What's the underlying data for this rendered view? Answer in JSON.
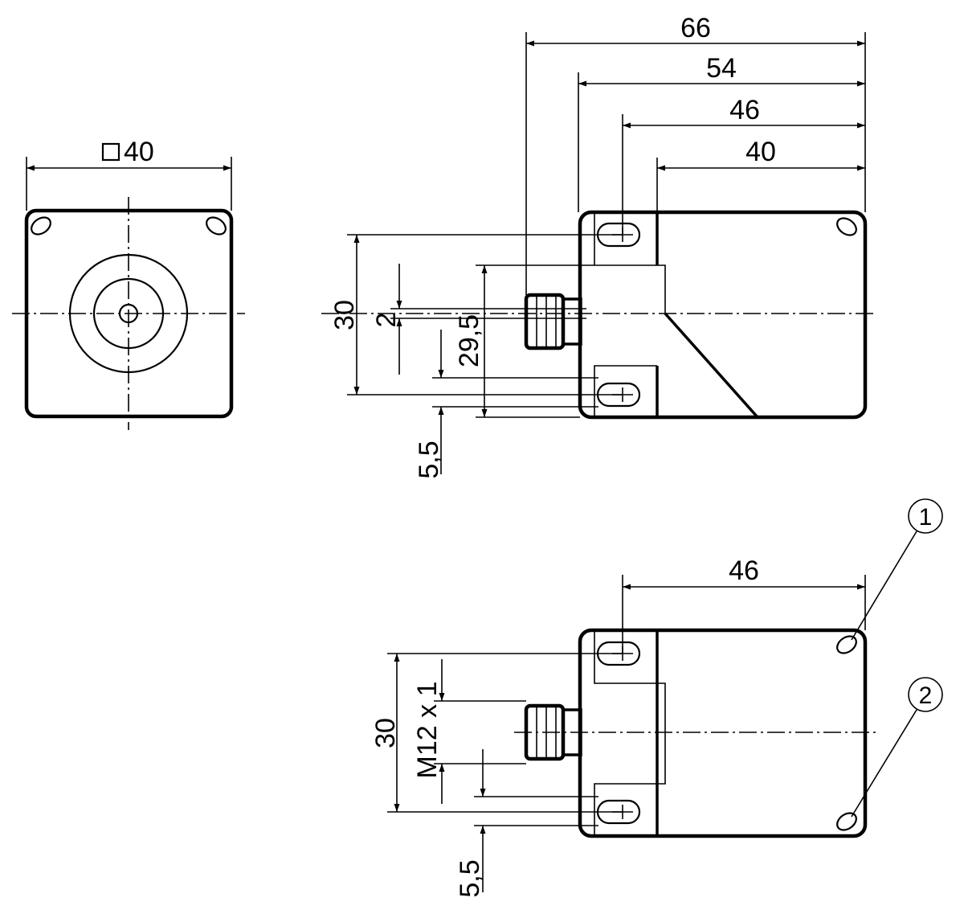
{
  "front_view": {
    "width_label": "40",
    "square_symbol": "square"
  },
  "side_view": {
    "dim_66": "66",
    "dim_54": "54",
    "dim_46": "46",
    "dim_40": "40",
    "dim_30": "30",
    "dim_2": "2",
    "dim_29_5": "29,5",
    "dim_5_5": "5,5"
  },
  "bottom_view": {
    "dim_46": "46",
    "dim_30": "30",
    "thread_label": "M12 x 1",
    "dim_5_5": "5,5",
    "callout_1": "1",
    "callout_2": "2"
  }
}
